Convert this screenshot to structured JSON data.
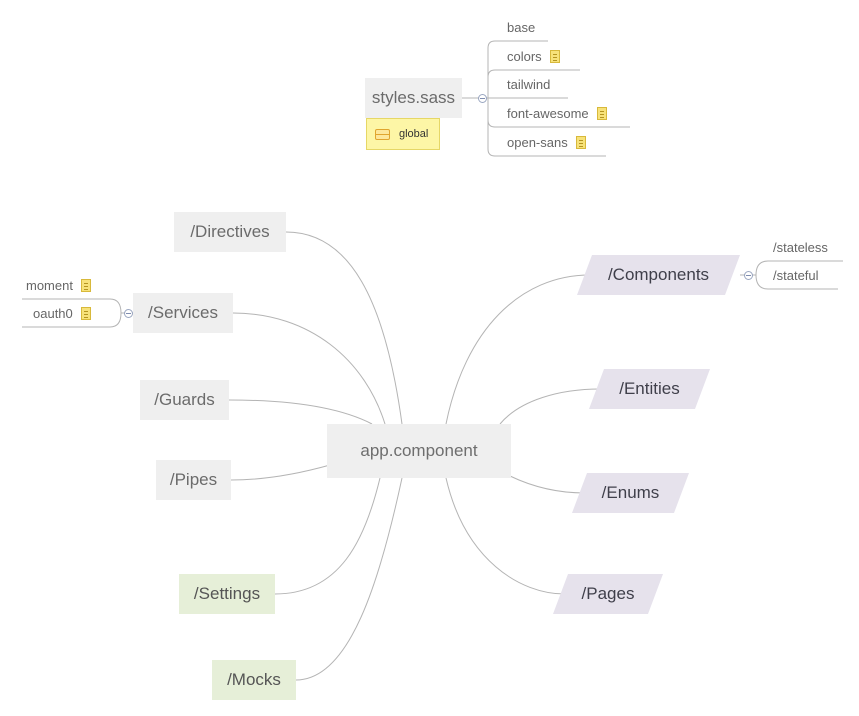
{
  "center": {
    "label": "app.component"
  },
  "styles": {
    "label": "styles.sass",
    "tag": "global",
    "children": [
      "base",
      "colors",
      "tailwind",
      "font-awesome",
      "open-sans"
    ]
  },
  "left_topics": {
    "directives": "/Directives",
    "services": "/Services",
    "guards": "/Guards",
    "pipes": "/Pipes",
    "settings": "/Settings",
    "mocks": "/Mocks"
  },
  "services_children": [
    "moment",
    "oauth0"
  ],
  "right_topics": {
    "components": "/Components",
    "entities": "/Entities",
    "enums": "/Enums",
    "pages": "/Pages"
  },
  "components_children": [
    "/stateless",
    "/stateful"
  ],
  "colors": {
    "gray_topic": "#efefef",
    "green_topic": "#e6efd8",
    "purple_topic": "#e6e2ec",
    "note": "#f7e27a",
    "tag": "#fdf6a6",
    "line": "#b4b4b4"
  }
}
